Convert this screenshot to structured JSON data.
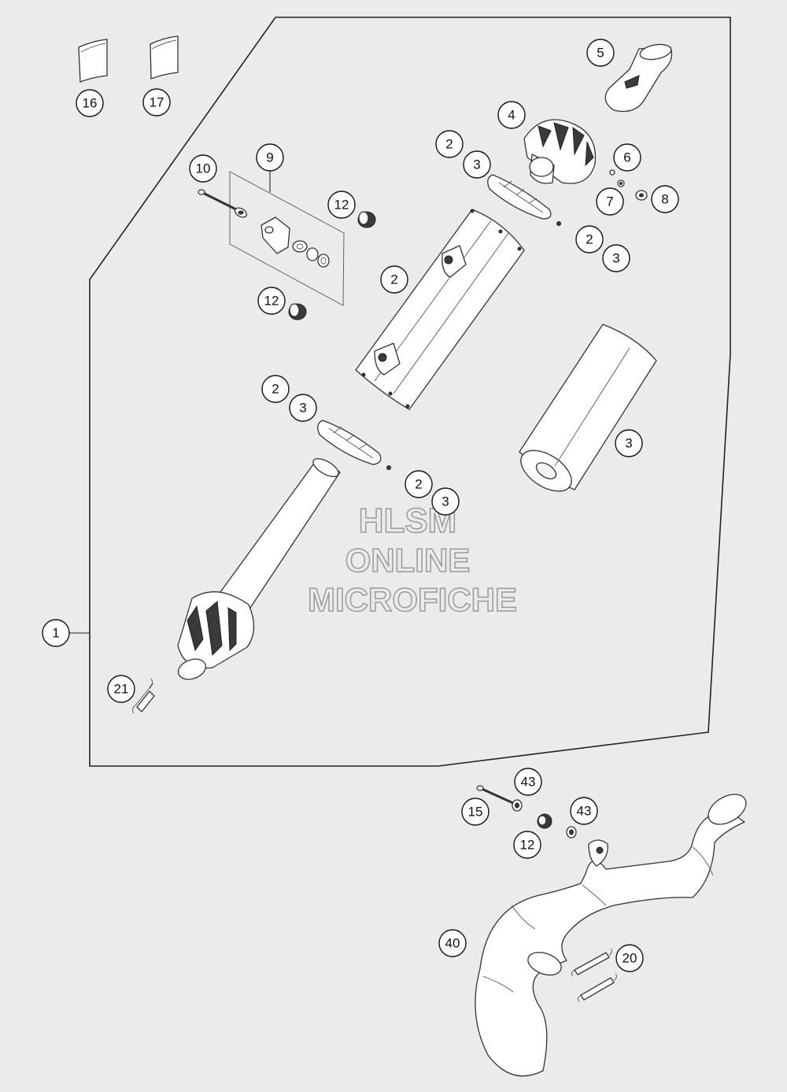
{
  "watermark": {
    "line1": "HLSM",
    "line2": "ONLINE",
    "line3": "MICROFICHE"
  },
  "callouts": [
    {
      "id": "c1",
      "label": "1"
    },
    {
      "id": "c2a",
      "label": "2"
    },
    {
      "id": "c2b",
      "label": "2"
    },
    {
      "id": "c2c",
      "label": "2"
    },
    {
      "id": "c2d",
      "label": "2"
    },
    {
      "id": "c2e",
      "label": "2"
    },
    {
      "id": "c3a",
      "label": "3"
    },
    {
      "id": "c3b",
      "label": "3"
    },
    {
      "id": "c3c",
      "label": "3"
    },
    {
      "id": "c3d",
      "label": "3"
    },
    {
      "id": "c3e",
      "label": "3"
    },
    {
      "id": "c4",
      "label": "4"
    },
    {
      "id": "c5",
      "label": "5"
    },
    {
      "id": "c6",
      "label": "6"
    },
    {
      "id": "c7",
      "label": "7"
    },
    {
      "id": "c8",
      "label": "8"
    },
    {
      "id": "c9",
      "label": "9"
    },
    {
      "id": "c10",
      "label": "10"
    },
    {
      "id": "c12a",
      "label": "12"
    },
    {
      "id": "c12b",
      "label": "12"
    },
    {
      "id": "c12c",
      "label": "12"
    },
    {
      "id": "c15",
      "label": "15"
    },
    {
      "id": "c16",
      "label": "16"
    },
    {
      "id": "c17",
      "label": "17"
    },
    {
      "id": "c20",
      "label": "20"
    },
    {
      "id": "c21",
      "label": "21"
    },
    {
      "id": "c40",
      "label": "40"
    },
    {
      "id": "c43a",
      "label": "43"
    },
    {
      "id": "c43b",
      "label": "43"
    }
  ]
}
